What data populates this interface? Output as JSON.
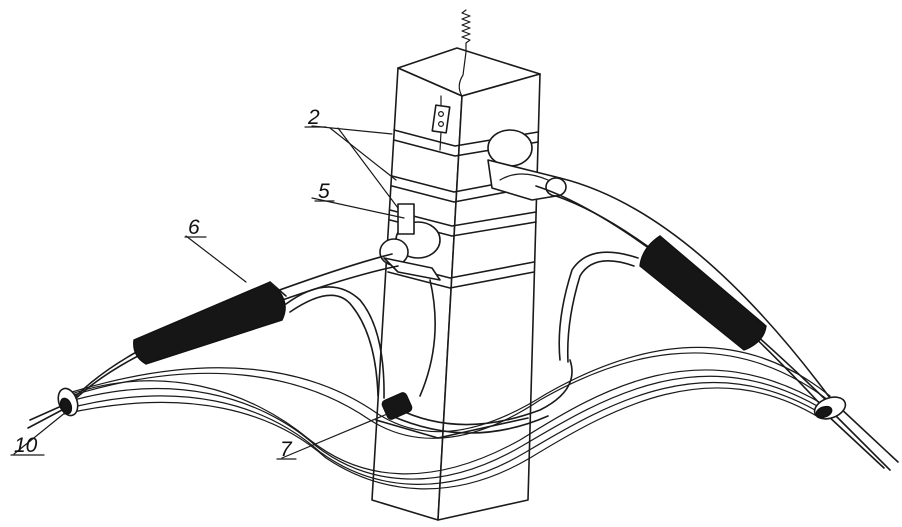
{
  "labels": {
    "l2": "2",
    "l5": "5",
    "l6": "6",
    "l7": "7",
    "l10": "10"
  }
}
